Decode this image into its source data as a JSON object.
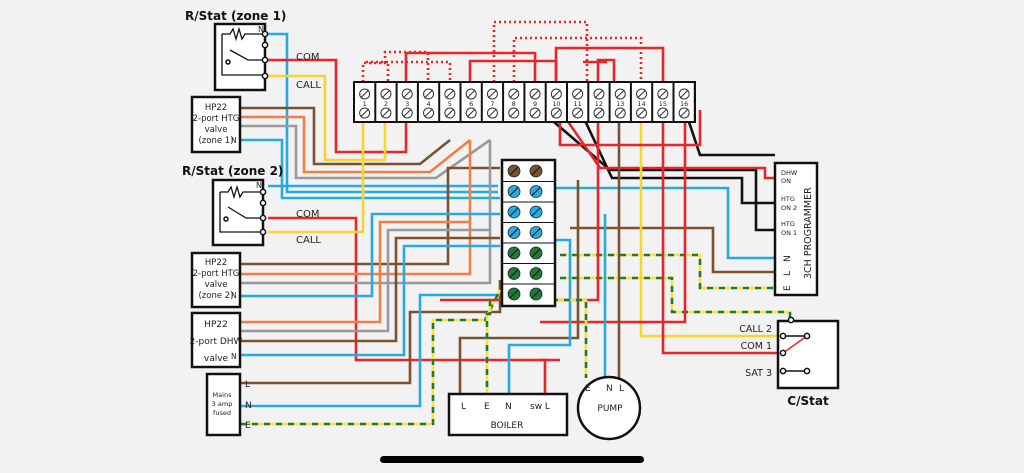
{
  "devices": {
    "rstat_zone1": {
      "title": "R/Stat (zone 1)",
      "n": "N",
      "com": "COM",
      "call": "CALL"
    },
    "valve_zone1": {
      "line1": "HP22",
      "line2": "2-port HTG",
      "line3": "valve",
      "line4": "(zone 1)",
      "n": "N"
    },
    "rstat_zone2": {
      "title": "R/Stat (zone 2)",
      "n": "N",
      "com": "COM",
      "call": "CALL"
    },
    "valve_zone2": {
      "line1": "HP22",
      "line2": "2-port HTG",
      "line3": "valve",
      "line4": "(zone 2)",
      "n": "N"
    },
    "valve_dhw": {
      "line1": "HP22",
      "line2": "2-port DHW",
      "line3": "valve",
      "n": "N"
    },
    "mains": {
      "line1": "Mains",
      "line2": "3 amp",
      "line3": "fused",
      "l": "L",
      "n": "N",
      "e": "E"
    },
    "boiler": {
      "title": "BOILER",
      "terminals": [
        "L",
        "E",
        "N",
        "sw L"
      ]
    },
    "pump": {
      "title": "PUMP",
      "terminals": [
        "E",
        "N",
        "L"
      ]
    },
    "programmer": {
      "title": "3CH PROGRAMMER",
      "dhw1": "DHW",
      "dhw2": "ON",
      "htg2a": "HTG",
      "htg2b": "ON 2",
      "htg1a": "HTG",
      "htg1b": "ON 1",
      "n": "N",
      "l": "L",
      "e": "E"
    },
    "cstat": {
      "title": "C/Stat",
      "call": "CALL 2",
      "com": "COM 1",
      "sat": "SAT 3"
    }
  },
  "wiring_centre": {
    "terminals": [
      "1",
      "2",
      "3",
      "4",
      "5",
      "6",
      "7",
      "8",
      "9",
      "10",
      "11",
      "12",
      "13",
      "14",
      "15",
      "16"
    ]
  },
  "colors": {
    "live": "#e8262a",
    "neutral": "#27a9e1",
    "brown": "#7a5230",
    "orange": "#f07f45",
    "grey": "#9a9a9a",
    "call": "#f7d531",
    "earth_green": "#1f7a3a",
    "background": "#f2f2f2"
  }
}
